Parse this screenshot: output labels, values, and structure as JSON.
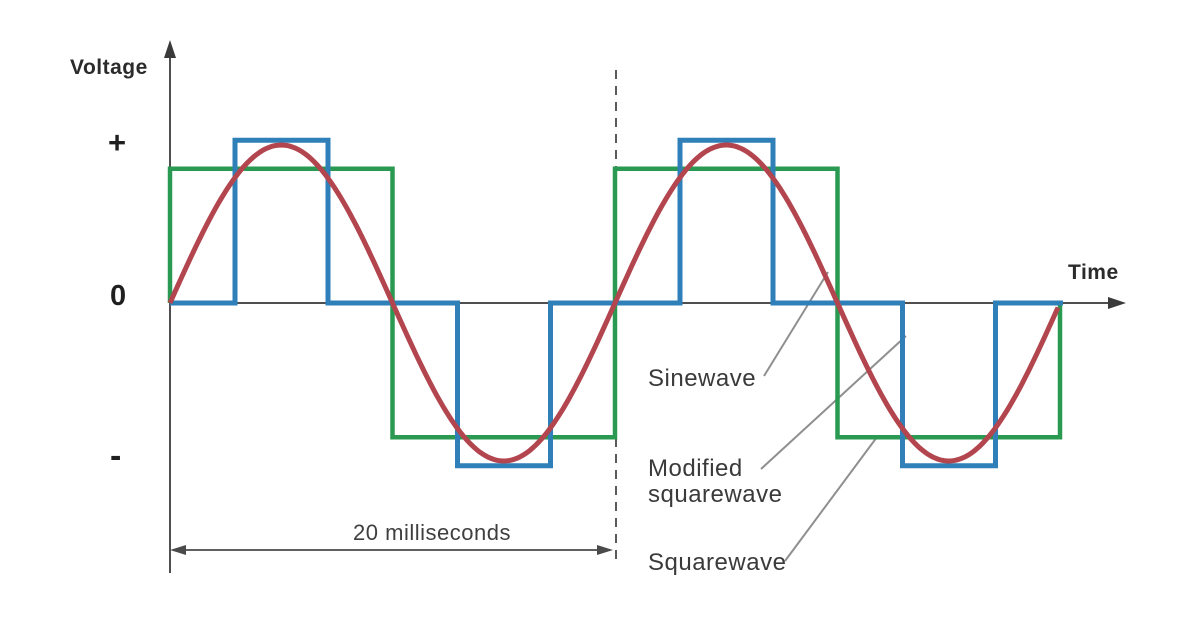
{
  "chart": {
    "ylabel": "Voltage",
    "xlabel": "Time",
    "tick_plus": "+",
    "tick_zero": "0",
    "tick_minus": "-",
    "period_label": "20 milliseconds",
    "labels": {
      "sine": "Sinewave",
      "modified": "Modified squarewave",
      "square": "Squarewave"
    }
  },
  "chart_data": {
    "type": "line",
    "xlabel": "Time",
    "ylabel": "Voltage",
    "grid": false,
    "x_axis": {
      "unit": "milliseconds",
      "period_ms": 20,
      "periods_shown": 2,
      "dimension_annotation": "20 milliseconds",
      "dashed_divider_at_period": 1
    },
    "y_axis": {
      "ticks": [
        "+",
        "0",
        "-"
      ],
      "numeric": false
    },
    "series": [
      {
        "name": "Squarewave",
        "waveform": "square",
        "color": "#2a9a52",
        "peak": 0.85,
        "duty": 0.5
      },
      {
        "name": "Modified squarewave",
        "waveform": "modified_square",
        "color": "#2f7fb8",
        "peak": 1.03,
        "pulse_start_frac": 0.146,
        "pulse_end_frac": 0.355
      },
      {
        "name": "Sinewave",
        "waveform": "sine",
        "color": "#b2454e",
        "peak": 1.0
      }
    ]
  }
}
